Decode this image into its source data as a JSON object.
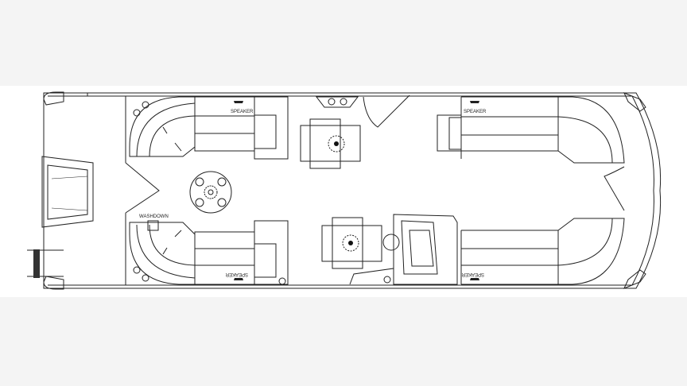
{
  "title": "Pontoon boat floor plan",
  "labels": {
    "speaker_front_top": "SPEAKER",
    "speaker_front_bottom": "SPEAKER",
    "speaker_rear_top": "SPEAKER",
    "speaker_rear_bottom": "SPEAKER",
    "washdown": "WASHDOWN"
  },
  "colors": {
    "line": "#222222",
    "paper": "#ffffff",
    "margin": "#f4f4f4"
  }
}
